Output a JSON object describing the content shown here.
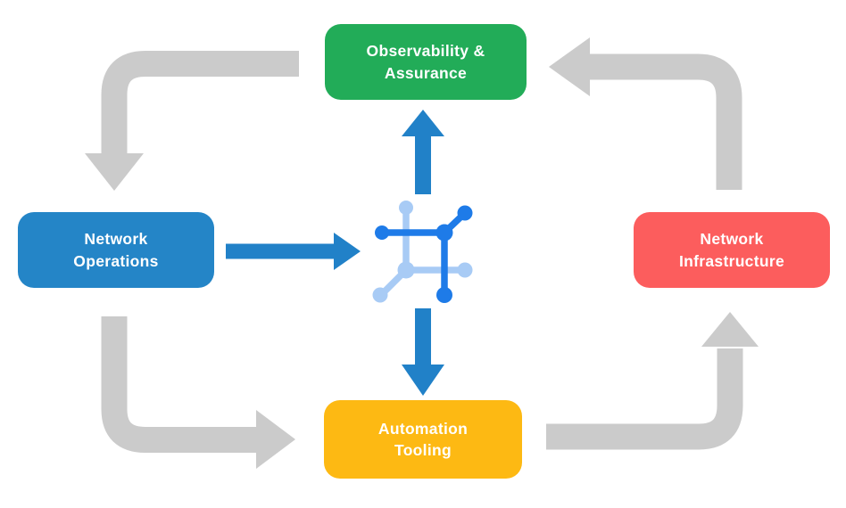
{
  "diagram": {
    "type": "cycle-flow-diagram",
    "background": "#FFFFFF"
  },
  "colors": {
    "green_node": "#22AC58",
    "blue_node": "#2485C7",
    "red_node": "#FC5D5D",
    "yellow_node": "#FDB913",
    "node_text": "#FFFFFF",
    "gray_arrow": "#CBCBCB",
    "blue_arrow": "#2181C8",
    "icon_dark_blue": "#1E7BE8",
    "icon_light_blue": "#A8CBF5"
  },
  "nodes": [
    {
      "id": "observability-assurance",
      "label": "Observability & Assurance",
      "lines": [
        "Observability &",
        "Assurance"
      ],
      "color": "#22AC58",
      "position": "top-center"
    },
    {
      "id": "network-operations",
      "label": "Network Operations",
      "lines": [
        "Network",
        "Operations"
      ],
      "color": "#2485C7",
      "position": "middle-left"
    },
    {
      "id": "network-infrastructure",
      "label": "Network Infrastructure",
      "lines": [
        "Network",
        "Infrastructure"
      ],
      "color": "#FC5D5D",
      "position": "middle-right"
    },
    {
      "id": "automation-tooling",
      "label": "Automation Tooling",
      "lines": [
        "Automation",
        "Tooling"
      ],
      "color": "#FDB913",
      "position": "bottom-center"
    }
  ],
  "center_icon": {
    "name": "network-hub-icon",
    "description": "square frame with six circular connector nodes, two-tone blue",
    "dark": "#1E7BE8",
    "light": "#A8CBF5"
  },
  "arrows": {
    "gray_cycle": [
      {
        "from": "observability-assurance",
        "to": "network-operations",
        "shape": "elbow left-then-down",
        "color": "#CBCBCB"
      },
      {
        "from": "network-operations",
        "to": "automation-tooling",
        "shape": "elbow down-then-right",
        "color": "#CBCBCB"
      },
      {
        "from": "automation-tooling",
        "to": "network-infrastructure",
        "shape": "elbow right-then-up",
        "color": "#CBCBCB"
      },
      {
        "from": "network-infrastructure",
        "to": "observability-assurance",
        "shape": "elbow up-then-left",
        "color": "#CBCBCB"
      }
    ],
    "blue_links": [
      {
        "from": "network-operations",
        "to": "center-icon",
        "direction": "right",
        "color": "#2181C8"
      },
      {
        "from": "center-icon",
        "to": "observability-assurance",
        "direction": "up",
        "color": "#2181C8"
      },
      {
        "from": "center-icon",
        "to": "automation-tooling",
        "direction": "down",
        "color": "#2181C8"
      }
    ]
  }
}
